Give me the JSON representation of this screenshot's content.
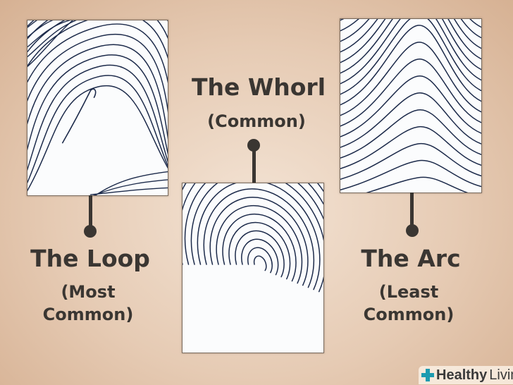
{
  "patterns": [
    {
      "name": "The Loop",
      "frequency_line1": "(Most",
      "frequency_line2": "Common)"
    },
    {
      "name": "The Whorl",
      "frequency_line1": "(Common)"
    },
    {
      "name": "The Arc",
      "frequency_line1": "(Least",
      "frequency_line2": "Common)"
    }
  ],
  "logo": {
    "bold": "Healthy",
    "light": "Living"
  },
  "colors": {
    "ridge": "#1c2a4a",
    "text": "#3a3632",
    "accent": "#1d9bb0",
    "leaf": "#3c9a3c"
  }
}
